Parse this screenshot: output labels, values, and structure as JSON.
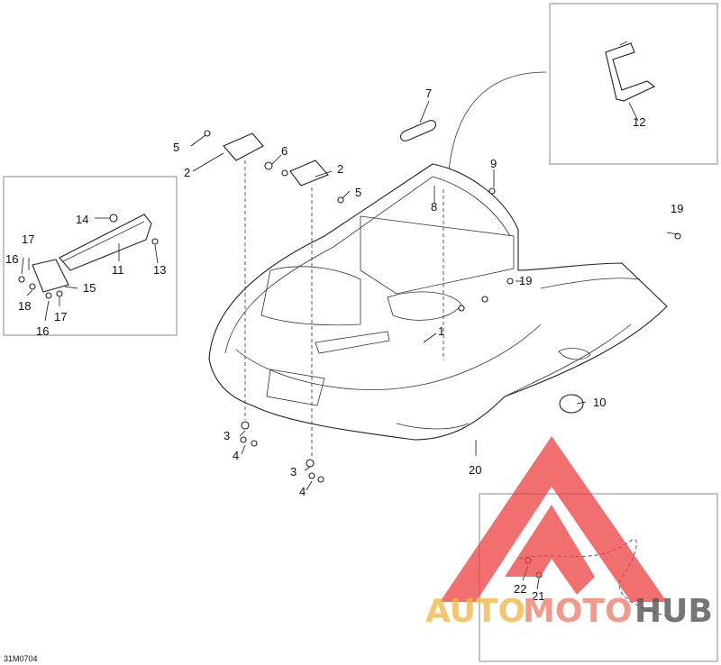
{
  "diagram": {
    "code": "31M0704",
    "labels": [
      "1",
      "2",
      "2",
      "3",
      "3",
      "4",
      "4",
      "5",
      "5",
      "6",
      "7",
      "8",
      "9",
      "10",
      "11",
      "12",
      "13",
      "14",
      "15",
      "16",
      "16",
      "17",
      "17",
      "18",
      "19",
      "19",
      "20",
      "21",
      "22"
    ]
  },
  "watermark": {
    "word_left": "AUTO",
    "word_mid": "MOTO",
    "word_right": "HUB",
    "colors": {
      "auto": "#f2b84a",
      "moto": "#f08070",
      "hub": "#555555",
      "logo": "#ee4040"
    }
  }
}
